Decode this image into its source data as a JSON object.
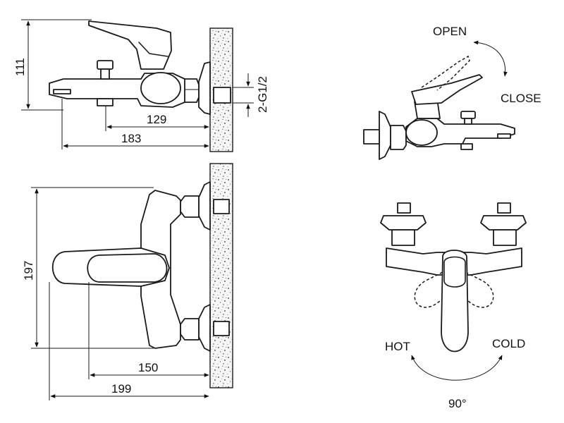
{
  "dimensions": {
    "side_height": "111",
    "side_depth_inner": "129",
    "side_depth_outer": "183",
    "thread": "2-G1/2",
    "top_height": "197",
    "top_depth_inner": "150",
    "top_depth_outer": "199"
  },
  "labels": {
    "open": "OPEN",
    "close": "CLOSE",
    "hot": "HOT",
    "cold": "COLD",
    "rotation": "90°"
  }
}
